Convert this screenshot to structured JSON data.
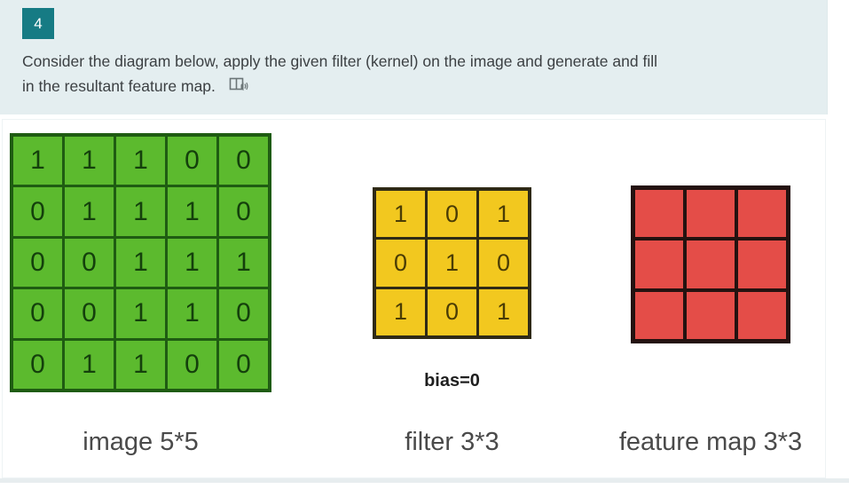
{
  "question": {
    "number": "4",
    "text_line1": "Consider the diagram below, apply the given filter (kernel) on the image and generate and fill",
    "text_line2": "in the resultant feature map.",
    "read_aloud_icon": "read-aloud-icon"
  },
  "diagram": {
    "image": {
      "caption": "image 5*5",
      "rows": [
        [
          "1",
          "1",
          "1",
          "0",
          "0"
        ],
        [
          "0",
          "1",
          "1",
          "1",
          "0"
        ],
        [
          "0",
          "0",
          "1",
          "1",
          "1"
        ],
        [
          "0",
          "0",
          "1",
          "1",
          "0"
        ],
        [
          "0",
          "1",
          "1",
          "0",
          "0"
        ]
      ],
      "color": "#5cba2e",
      "border_color": "#1f5c12"
    },
    "filter": {
      "caption": "filter 3*3",
      "bias_label": "bias=0",
      "rows": [
        [
          "1",
          "0",
          "1"
        ],
        [
          "0",
          "1",
          "0"
        ],
        [
          "1",
          "0",
          "1"
        ]
      ],
      "color": "#f2c81f",
      "border_color": "#2f2a16"
    },
    "feature_map": {
      "caption": "feature map 3*3",
      "rows": [
        [
          "",
          "",
          ""
        ],
        [
          "",
          "",
          ""
        ],
        [
          "",
          "",
          ""
        ]
      ],
      "color": "#e44d48",
      "border_color": "#241210"
    }
  },
  "colors": {
    "header_background": "#e4eef0",
    "badge_background": "#167b84",
    "badge_text": "#ffffff",
    "question_text": "#3c4043",
    "caption_text": "#4a4a4a"
  }
}
